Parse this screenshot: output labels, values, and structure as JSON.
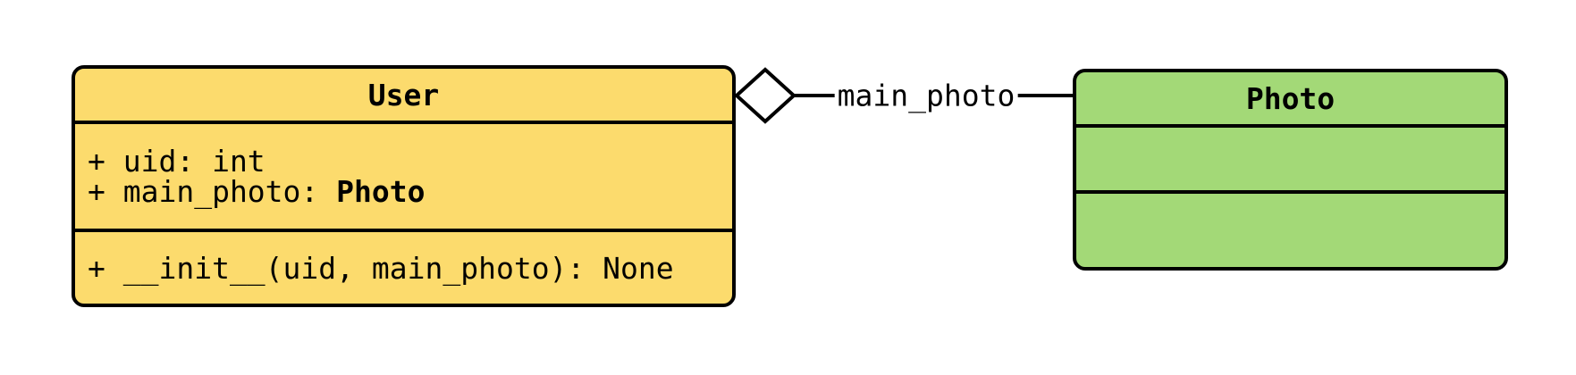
{
  "diagram": {
    "kind": "uml-class-diagram",
    "background": "#ffffff",
    "border_color": "#000000",
    "classes": [
      {
        "name": "User",
        "fill": "#FCDB6D",
        "attributes": [
          {
            "text": "+ uid: int",
            "type": ""
          },
          {
            "text": "+ main_photo: ",
            "type": "Photo"
          }
        ],
        "methods": [
          "+ __init__(uid, main_photo): None"
        ]
      },
      {
        "name": "Photo",
        "fill": "#A3D977",
        "attributes": [],
        "methods": []
      }
    ],
    "relation": {
      "label": "main_photo",
      "type": "aggregation",
      "diamond_fill": "#ffffff"
    }
  }
}
